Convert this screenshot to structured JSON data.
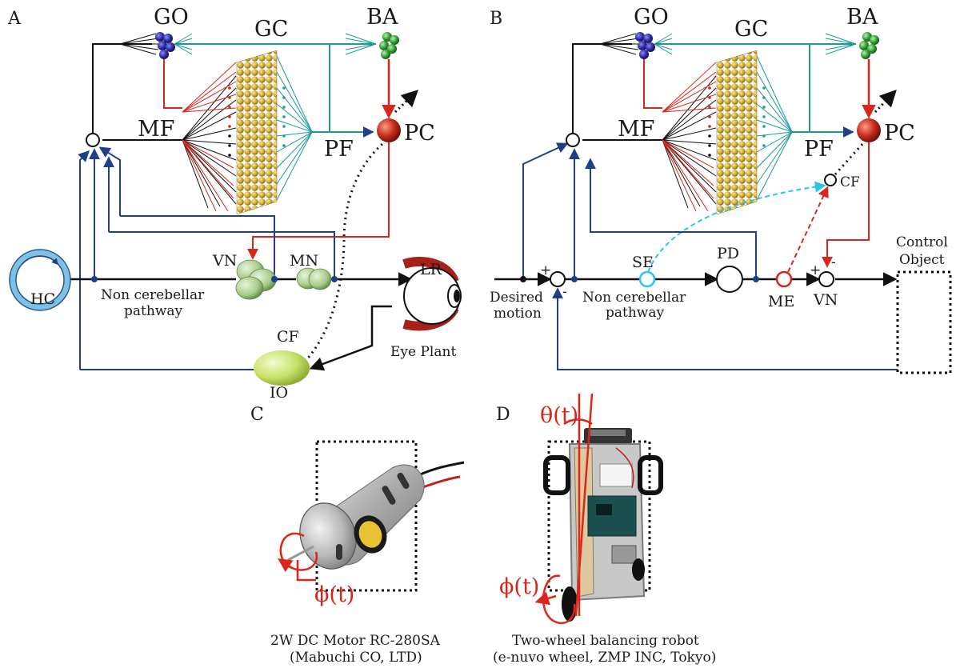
{
  "panels": {
    "a": {
      "letter": "A",
      "go": "GO",
      "ba": "BA",
      "gc": "GC",
      "mf": "MF",
      "pf": "PF",
      "pc": "PC",
      "vn": "VN",
      "mn": "MN",
      "lr": "LR",
      "hc": "HC",
      "cf": "CF",
      "io": "IO",
      "eye_plant": "Eye Plant",
      "non_cerebellar_1": "Non cerebellar",
      "non_cerebellar_2": "pathway"
    },
    "b": {
      "letter": "B",
      "go": "GO",
      "ba": "BA",
      "gc": "GC",
      "mf": "MF",
      "pf": "PF",
      "pc": "PC",
      "cf": "CF",
      "se": "SE",
      "pd": "PD",
      "me": "ME",
      "vn": "VN",
      "plus1": "+",
      "minus1": "-",
      "plus2": "+",
      "minus2": "-",
      "desired_1": "Desired",
      "desired_2": "motion",
      "non_cerebellar_1": "Non cerebellar",
      "non_cerebellar_2": "pathway",
      "control_1": "Control",
      "control_2": "Object"
    },
    "c": {
      "letter": "C",
      "phi": "ϕ(t)",
      "caption_1": "2W DC Motor RC-280SA",
      "caption_2": "(Mabuchi CO, LTD)"
    },
    "d": {
      "letter": "D",
      "theta": "θ(t)",
      "phi": "ϕ(t)",
      "caption_1": "Two-wheel balancing robot",
      "caption_2": "(e-nuvo wheel, ZMP INC, Tokyo)"
    }
  },
  "colors": {
    "mossy_black": "#111111",
    "parallel_teal": "#1a9a9a",
    "climbing_red": "#d9261c",
    "feedback_navy": "#1f3f86",
    "granule_gold": "#c9a52a",
    "golgi_blue": "#2a2a9a",
    "basket_green": "#2f9a2f",
    "purkinje_red": "#c62d1e",
    "vn_green": "#a9cc8c",
    "io_lime": "#c6e26a",
    "hc_lightblue": "#7fc1e4",
    "se_cyan": "#2ec4e6"
  }
}
